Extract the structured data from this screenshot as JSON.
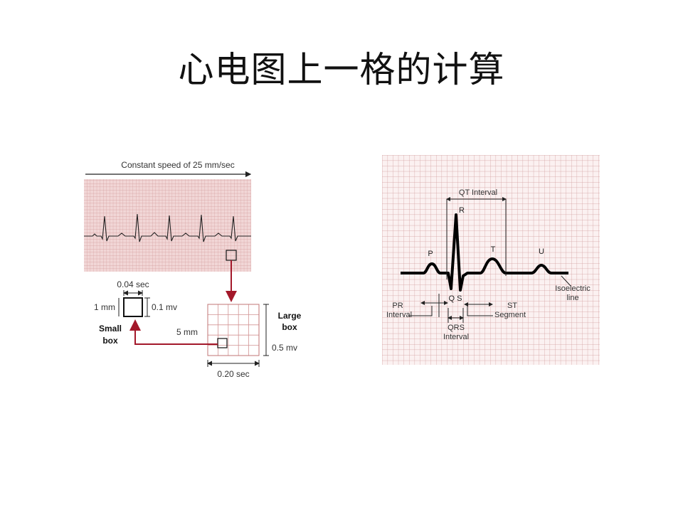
{
  "slide": {
    "title": "心电图上一格的计算"
  },
  "left_figure": {
    "speed_label": "Constant speed of 25 mm/sec",
    "small_box_time": "0.04 sec",
    "small_box_height": "1 mm",
    "small_box_voltage": "0.1 mv",
    "small_box_label_1": "Small",
    "small_box_label_2": "box",
    "large_box_label_1": "Large",
    "large_box_label_2": "box",
    "large_box_height": "5 mm",
    "large_box_voltage": "0.5 mv",
    "large_box_time": "0.20 sec",
    "colors": {
      "grid": "#c97b7b",
      "grid_bg": "#f4dede",
      "arrow": "#a3182a"
    }
  },
  "right_figure": {
    "qt_interval": "QT Interval",
    "r": "R",
    "p": "P",
    "t": "T",
    "u": "U",
    "q_s": "Q S",
    "pr_1": "PR",
    "pr_2": "Interval",
    "st_1": "ST",
    "st_2": "Segment",
    "qrs_1": "QRS",
    "qrs_2": "Interval",
    "iso_1": "Isoelectric",
    "iso_2": "line",
    "colors": {
      "grid": "#c98a8a",
      "trace": "#000000"
    }
  }
}
